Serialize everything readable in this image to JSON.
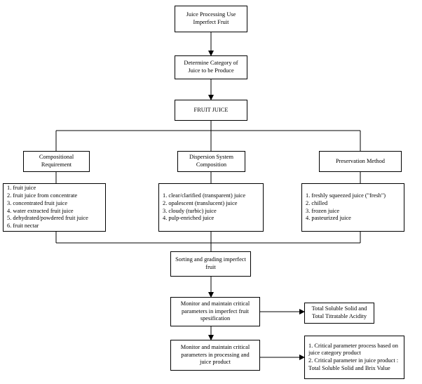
{
  "nodes": {
    "start": [
      "Juice Processing Use",
      "Imperfect Fruit"
    ],
    "category": [
      "Determine Category of",
      "Juice to be Produce"
    ],
    "fruit_juice": [
      "FRUIT JUICE"
    ],
    "compositional": [
      "Compositional",
      "Requirement"
    ],
    "dispersion": [
      "Dispersion System",
      "Composition"
    ],
    "preservation": [
      "Preservation Method"
    ],
    "compositional_list": [
      "1. fruit juice",
      "2. fruit juice from concentrate",
      "3. concentrated fruit juice",
      "4. water extracted fruit juice",
      "5. dehydrated/powdered fruit juice",
      "6. fruit nectar"
    ],
    "dispersion_list": [
      "1. clear/clarified (transparent) juice",
      "2. opalescent (translucent) juice",
      "3. cloudy (turbic) juice",
      "4. pulp-enriched juice"
    ],
    "preservation_list": [
      "1. freshly squeezed juice (\"fresh\")",
      "2. chilled",
      "3. frozen juice",
      "4. pasteurized juice"
    ],
    "sorting": [
      "Sorting and grading imperfect",
      "fruit"
    ],
    "monitor1": [
      "Monitor and maintain critical",
      "parameters in imperfect fruit",
      "spesification"
    ],
    "tss1": [
      "Total Soluble Solid and",
      "Total Titratable Acidity"
    ],
    "monitor2": [
      "Monitor and maintain critical",
      "parameters in processing and",
      "juice product"
    ],
    "params2": [
      "1. Critical parameter process based on",
      "juice category product",
      "2. Critical parameter in juice product :",
      "Total Soluble Solid and Brix Value"
    ]
  }
}
